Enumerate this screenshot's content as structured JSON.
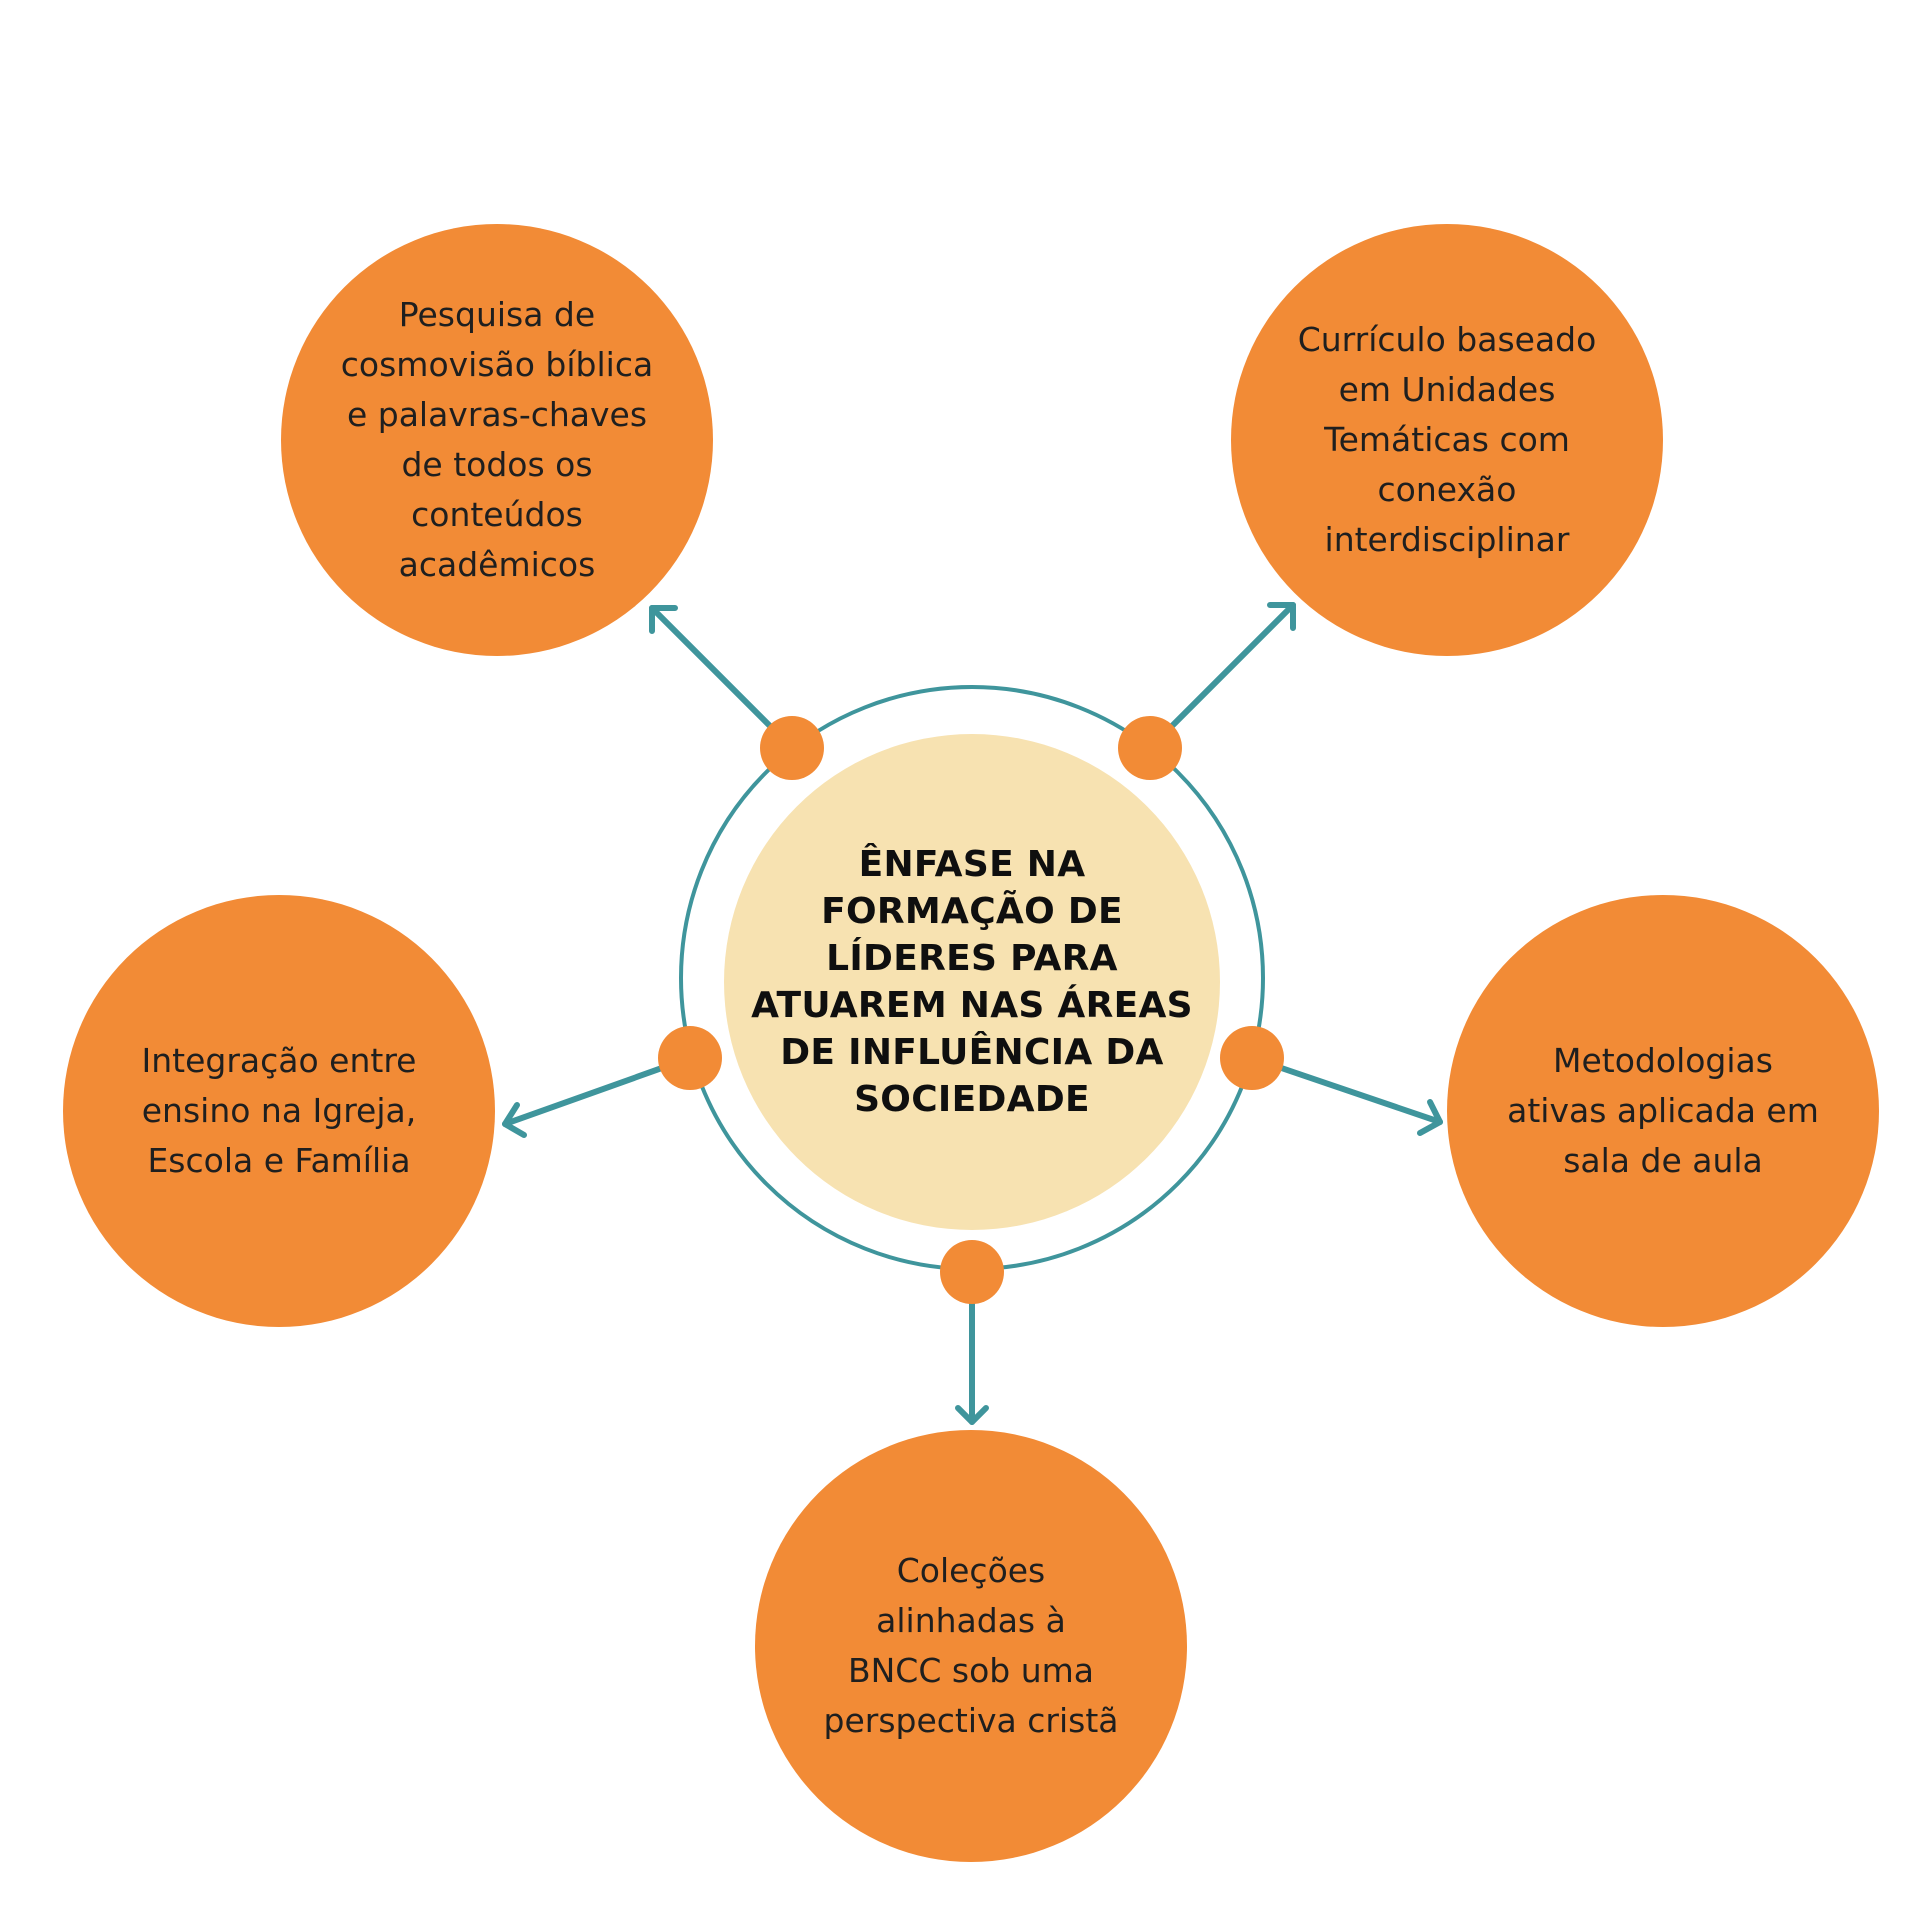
{
  "colors": {
    "node_fill": "#f28b36",
    "center_fill": "#f7e2b1",
    "ring_stroke": "#3f959c",
    "arrow_stroke": "#3f959c",
    "connector_dot": "#f28b36",
    "text": "#1f1f1f"
  },
  "center": {
    "lines": [
      "ÊNFASE NA",
      "FORMAÇÃO DE",
      "LÍDERES PARA",
      "ATUAREM NAS ÁREAS",
      "DE INFLUÊNCIA DA",
      "SOCIEDADE"
    ]
  },
  "nodes": [
    {
      "id": "top-left",
      "lines": [
        "Pesquisa de",
        "cosmovisão bíblica",
        "e palavras-chaves",
        "de todos os",
        "conteúdos",
        "acadêmicos"
      ]
    },
    {
      "id": "top-right",
      "lines": [
        "Currículo baseado",
        "em Unidades",
        "Temáticas com",
        "conexão",
        "interdisciplinar"
      ]
    },
    {
      "id": "left",
      "lines": [
        "Integração entre",
        "ensino na Igreja,",
        "Escola e Família"
      ]
    },
    {
      "id": "right",
      "lines": [
        "Metodologias",
        "ativas aplicada em",
        "sala de aula"
      ]
    },
    {
      "id": "bottom",
      "lines": [
        "Coleções",
        "alinhadas à",
        "BNCC sob uma",
        "perspectiva cristã"
      ]
    }
  ]
}
